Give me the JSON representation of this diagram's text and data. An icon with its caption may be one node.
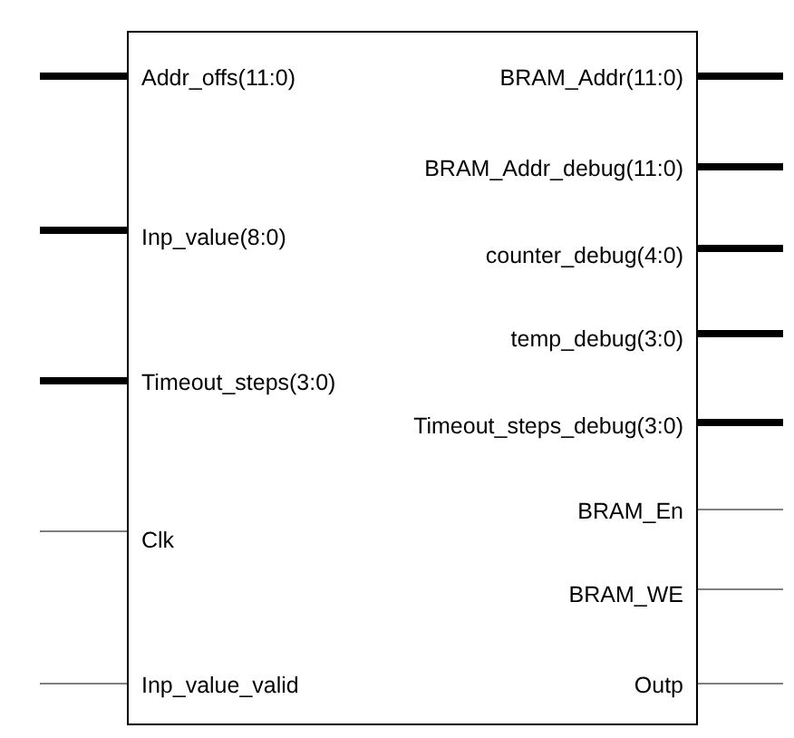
{
  "diagram": {
    "nodes": [
      {
        "text": [],
        "shape": "box"
      },
      {
        "text": [
          "Addr_offs(11:0)"
        ],
        "in": 0
      },
      {
        "text": [
          "BRAM_Addr(11:0)"
        ],
        "in": 0
      },
      {
        "text": [
          "BRAM_Addr_debug(11:0)"
        ],
        "in": 0
      },
      {
        "text": [
          "Inp_value(8:0)"
        ],
        "in": 0
      },
      {
        "text": [
          "counter_debug(4:0)"
        ],
        "in": 0
      },
      {
        "text": [
          "temp_debug(3:0)"
        ],
        "in": 0
      },
      {
        "text": [
          "Timeout_steps(3:0)"
        ],
        "in": 0
      },
      {
        "text": [
          "Timeout_steps_debug(3:0)"
        ],
        "in": 0
      },
      {
        "text": [
          "BRAM_En"
        ],
        "in": 0
      },
      {
        "text": [
          "Clk"
        ],
        "in": 0
      },
      {
        "text": [
          "BRAM_WE"
        ],
        "in": 0
      },
      {
        "text": [
          "Inp_value_valid"
        ],
        "in": 0
      },
      {
        "text": [
          "Outp"
        ],
        "in": 0
      }
    ],
    "edges": [
      {
        "from": null,
        "to": 1,
        "arrow": "none"
      },
      {
        "from": 2,
        "to": null,
        "arrow": "none"
      },
      {
        "from": 3,
        "to": null,
        "arrow": "none"
      },
      {
        "from": null,
        "to": 4,
        "arrow": "none"
      },
      {
        "from": 5,
        "to": null,
        "arrow": "none"
      },
      {
        "from": 6,
        "to": null,
        "arrow": "none"
      },
      {
        "from": null,
        "to": 7,
        "arrow": "none"
      },
      {
        "from": 8,
        "to": null,
        "arrow": "none"
      },
      {
        "from": 9,
        "to": null,
        "arrow": "none",
        "color": "#808080"
      },
      {
        "from": null,
        "to": 10,
        "arrow": "none",
        "color": "#808080"
      },
      {
        "from": 11,
        "to": null,
        "arrow": "none",
        "color": "#808080"
      },
      {
        "from": null,
        "to": 12,
        "arrow": "none",
        "color": "#808080"
      },
      {
        "from": 13,
        "to": null,
        "arrow": "none",
        "color": "#808080"
      }
    ]
  }
}
